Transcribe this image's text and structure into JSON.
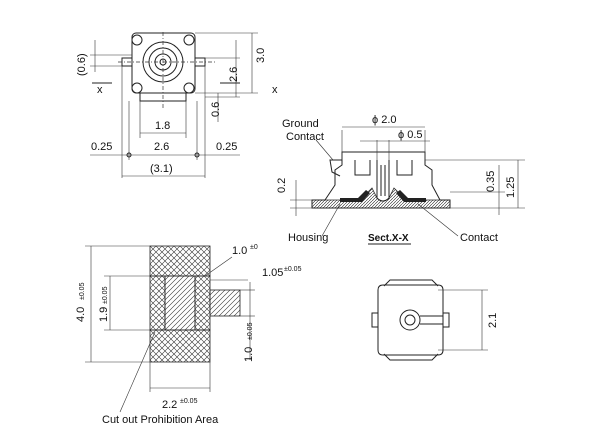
{
  "top_view": {
    "dim_0_6_paren": "(0.6)",
    "dim_3_0": "3.0",
    "dim_2_6_v": "2.6",
    "dim_0_6": "0.6",
    "x_left": "x",
    "x_right": "x",
    "dim_1_8": "1.8",
    "dim_0_25_left": "0.25",
    "dim_2_6_h": "2.6",
    "dim_0_25_right": "0.25",
    "dim_3_1_paren": "(3.1)"
  },
  "section_view": {
    "phi_2_0": "ϕ 2.0",
    "phi_0_5": "ϕ 0.5",
    "ground_contact_line1": "Ground",
    "ground_contact_line2": "Contact",
    "dim_0_2": "0.2",
    "dim_0_35": "0.35",
    "dim_1_25": "1.25",
    "housing": "Housing",
    "section_title": "Sect.X-X",
    "contact": "Contact"
  },
  "footprint_view": {
    "dim_4_0": "4.0",
    "dim_4_0_tol": "±0.05",
    "dim_1_9": "1.9",
    "dim_1_9_tol": "±0.05",
    "dim_1_0_top": "1.0",
    "dim_1_0_top_tol": "±0",
    "dim_1_05": "1.05",
    "dim_1_05_tol": "±0.05",
    "dim_1_0_right": "1.0",
    "dim_1_0_right_tol": "±0.05",
    "dim_2_2": "2.2",
    "dim_2_2_tol": "±0.05",
    "cutout_label": "Cut out Prohibition Area"
  },
  "bottom_view": {
    "dim_2_1": "2.1"
  }
}
